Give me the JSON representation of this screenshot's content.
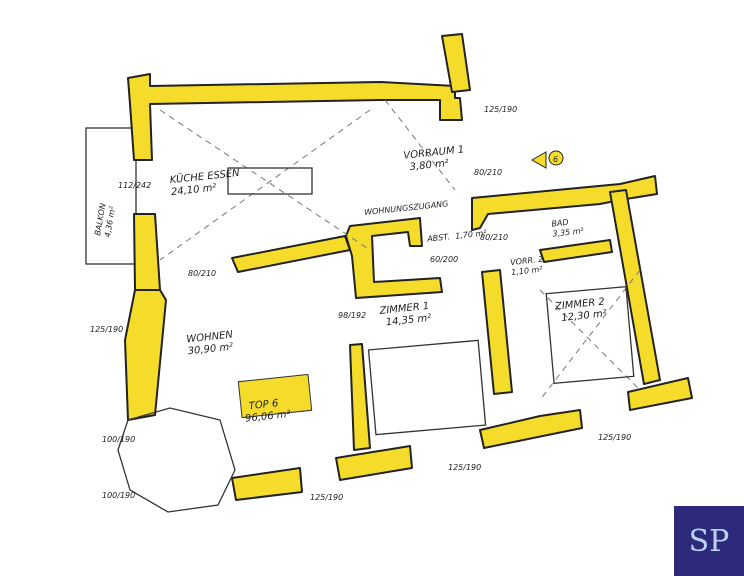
{
  "floorplan": {
    "unit_label": "TOP 6",
    "unit_area": "96,06 m²",
    "entrance_number": "6",
    "rooms": [
      {
        "name": "KÜCHE ESSEN",
        "area": "24,10 m²"
      },
      {
        "name": "VORRAUM 1",
        "area": "3,80 m²"
      },
      {
        "name": "WOHNEN",
        "area": "30,90 m²"
      },
      {
        "name": "ZIMMER 1",
        "area": "14,35 m²"
      },
      {
        "name": "ZIMMER 2",
        "area": "12,30 m²"
      },
      {
        "name": "BAD",
        "area": "3,35 m²"
      },
      {
        "name": "VORR. 2",
        "area": "1,10 m²"
      },
      {
        "name": "ABST.",
        "area": "1,70 m²"
      },
      {
        "name": "BALKON",
        "area": "4,36 m²"
      },
      {
        "name": "WOHNUNGSZUGANG",
        "area": ""
      }
    ],
    "dimensions": [
      "112/242",
      "80/210",
      "98/192",
      "125/190",
      "125/190",
      "100/190",
      "100/190",
      "80/210",
      "60/200",
      "80/210",
      "125/190",
      "125/190",
      "125/190"
    ]
  },
  "logo": {
    "text": "SP",
    "bg": "#2d2a7c",
    "fg": "#b9d3f0"
  },
  "colors": {
    "wall": "#f5dc2a"
  }
}
